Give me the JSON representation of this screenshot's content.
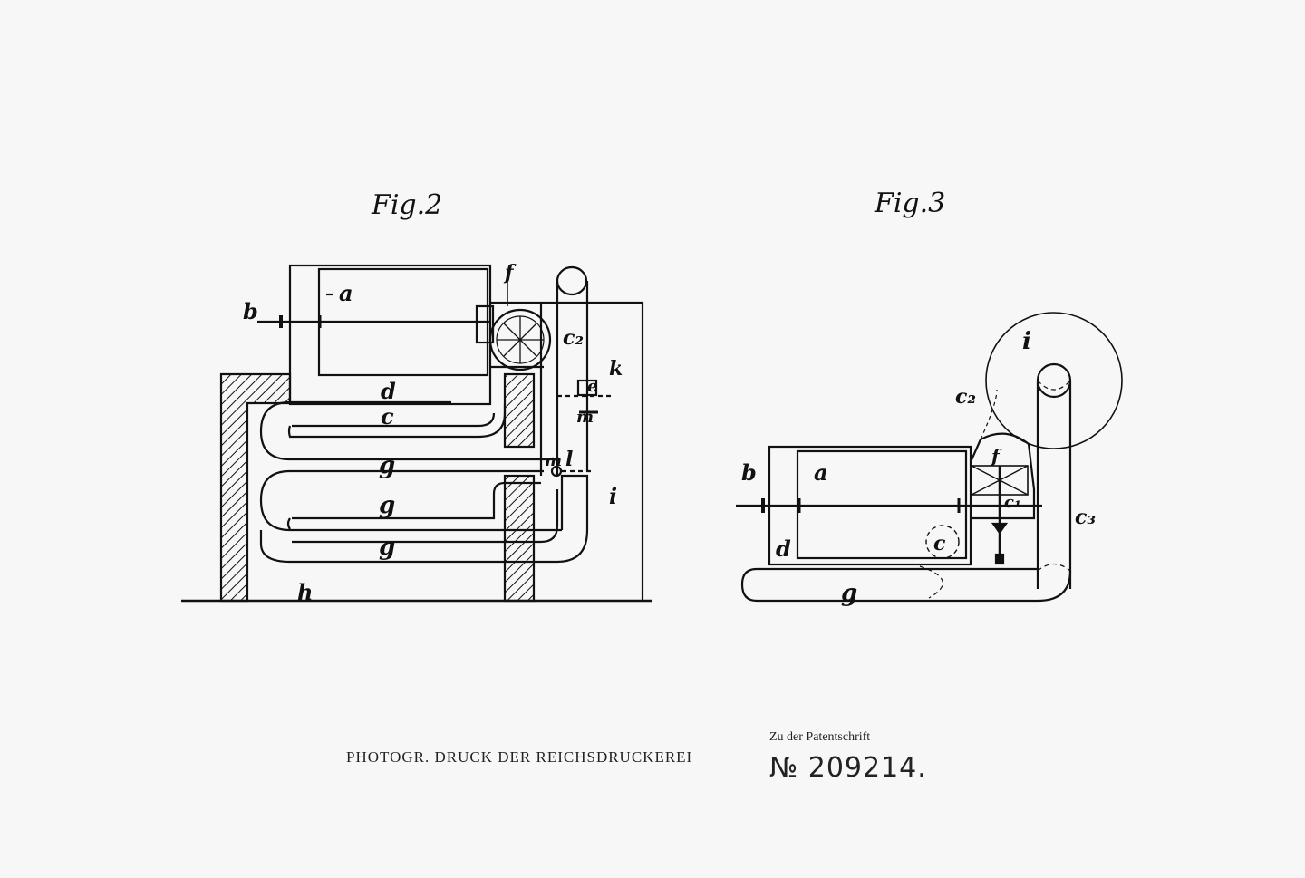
{
  "figures": {
    "fig2": {
      "title": "Fig.2",
      "labels": {
        "a": "a",
        "b": "b",
        "c": "c",
        "c2": "c₂",
        "d": "d",
        "e": "e",
        "f": "f",
        "g1": "g",
        "g2": "g",
        "g3": "g",
        "h": "h",
        "i": "i",
        "k": "k",
        "l": "l",
        "m1": "m",
        "m2": "m"
      }
    },
    "fig3": {
      "title": "Fig.3",
      "labels": {
        "a": "a",
        "b": "b",
        "c": "c",
        "c2": "c₂",
        "c3": "c₃",
        "c1": "c₁",
        "d": "d",
        "f": "f",
        "g": "g",
        "i": "i"
      }
    }
  },
  "footer": {
    "printer": "PHOTOGR. DRUCK DER REICHSDRUCKEREI",
    "caption": "Zu der Patentschrift",
    "number": "№ 209214."
  }
}
